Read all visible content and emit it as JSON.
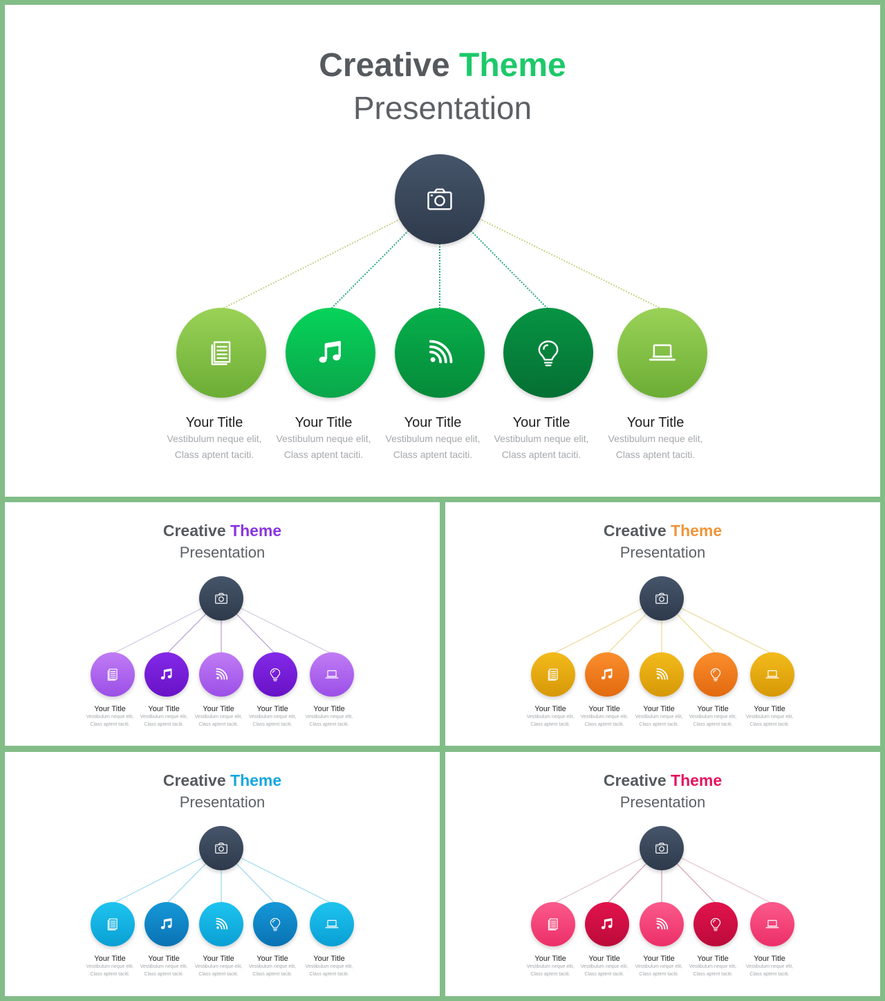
{
  "title_prefix": "Creative",
  "title_accent": "Theme",
  "subtitle": "Presentation",
  "label_title": "Your Title",
  "label_line1": "Vestibulum neque elit,",
  "label_line2": "Class aptent taciti.",
  "icons": {
    "hub": "camera-icon",
    "items": [
      "document-icon",
      "music-note-icon",
      "rss-feed-icon",
      "lightbulb-icon",
      "laptop-icon"
    ]
  },
  "hub_color": "#3a4659",
  "variants": [
    {
      "id": "main",
      "accent": "#1dc96a",
      "line_outer": "#c9cf86",
      "line_inner": "#2aa582",
      "node_colors": [
        [
          "#9ad257",
          "#6cad35"
        ],
        [
          "#06d35a",
          "#0aa64a"
        ],
        [
          "#07b04b",
          "#068a3a"
        ],
        [
          "#079444",
          "#056f33"
        ],
        [
          "#9ad257",
          "#6cad35"
        ]
      ]
    },
    {
      "id": "purple",
      "accent": "#8a35e0",
      "line_outer": "#d7cde4",
      "line_inner": "#bca4d6",
      "node_colors": [
        [
          "#c07cf5",
          "#9b4fe6"
        ],
        [
          "#8329e8",
          "#6812c6"
        ],
        [
          "#c07cf5",
          "#9b4fe6"
        ],
        [
          "#8329e8",
          "#6812c6"
        ],
        [
          "#c07cf5",
          "#9b4fe6"
        ]
      ]
    },
    {
      "id": "orange",
      "accent": "#f0953a",
      "line_outer": "#ecdca4",
      "line_inner": "#eedd99",
      "node_colors": [
        [
          "#f3bb1b",
          "#d69807"
        ],
        [
          "#fb8e2d",
          "#e2690f"
        ],
        [
          "#f3bb1b",
          "#d69807"
        ],
        [
          "#fb8e2d",
          "#e2690f"
        ],
        [
          "#f3bb1b",
          "#d69807"
        ]
      ]
    },
    {
      "id": "blue",
      "accent": "#17a7df",
      "line_outer": "#a7dff0",
      "line_inner": "#a0d9ee",
      "node_colors": [
        [
          "#1ec4ef",
          "#0a9fd4"
        ],
        [
          "#1598d8",
          "#0a72b3"
        ],
        [
          "#1ec4ef",
          "#0a9fd4"
        ],
        [
          "#1598d8",
          "#0a72b3"
        ],
        [
          "#1ec4ef",
          "#0a9fd4"
        ]
      ]
    },
    {
      "id": "pink",
      "accent": "#e6155e",
      "line_outer": "#e6c9d3",
      "line_inner": "#d7a4b8",
      "node_colors": [
        [
          "#fb5a8c",
          "#ec2f68"
        ],
        [
          "#e2134d",
          "#bb0a3a"
        ],
        [
          "#fb5a8c",
          "#ec2f68"
        ],
        [
          "#e2134d",
          "#bb0a3a"
        ],
        [
          "#fb5a8c",
          "#ec2f68"
        ]
      ]
    }
  ]
}
